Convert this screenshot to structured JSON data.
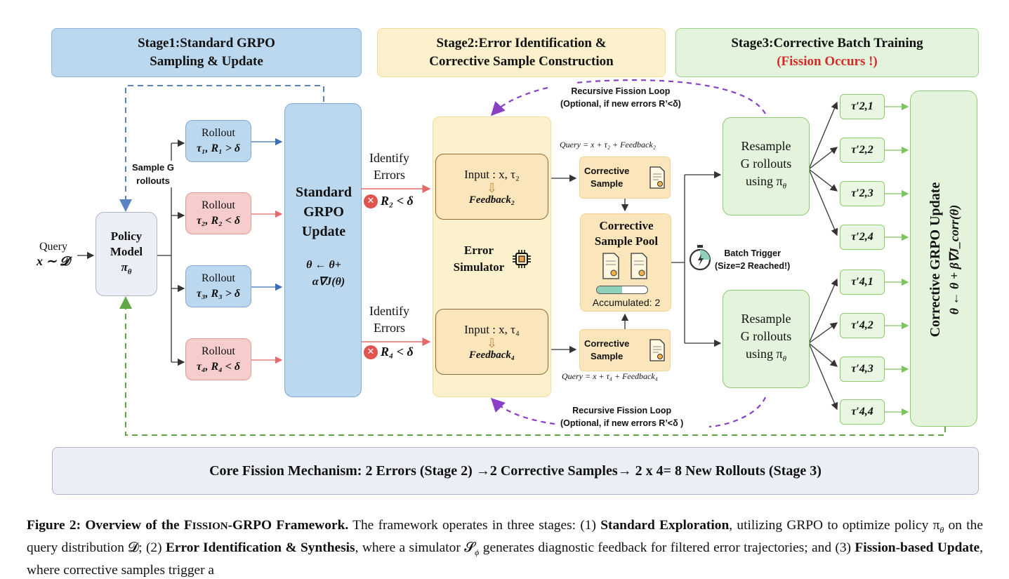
{
  "stages": {
    "stage1_line1": "Stage1:Standard GRPO",
    "stage1_line2": "Sampling & Update",
    "stage2_line1": "Stage2:Error Identification &",
    "stage2_line2": "Corrective Sample Construction",
    "stage3_line1": "Stage3:Corrective Batch Training",
    "stage3_line2": "(Fission Occurs !)"
  },
  "input": {
    "query_label": "Query",
    "query_expr": "x ∼ 𝓓"
  },
  "policy": {
    "line1": "Policy",
    "line2": "Model",
    "line3": "π",
    "line3_sub": "θ"
  },
  "sampling_label": {
    "line1": "Sample G",
    "line2": "rollouts"
  },
  "rollouts": [
    {
      "title": "Rollout",
      "expr": "τ₁, R₁ > δ"
    },
    {
      "title": "Rollout",
      "expr": "τ₂, R₂ < δ"
    },
    {
      "title": "Rollout",
      "expr": "τ₃, R₃ > δ"
    },
    {
      "title": "Rollout",
      "expr": "τ₄, R₄ < δ"
    }
  ],
  "grpo": {
    "line1": "Standard",
    "line2": "GRPO",
    "line3": "Update",
    "formula1": "θ ← θ+",
    "formula2": "α∇J(θ)"
  },
  "identify": [
    {
      "line1": "Identify",
      "line2": "Errors",
      "cond": "R₂ < δ"
    },
    {
      "line1": "Identify",
      "line2": "Errors",
      "cond": "R₄ < δ"
    }
  ],
  "error_inputs": [
    {
      "input": "Input :  x, τ₂",
      "feedback": "Feedback₂"
    },
    {
      "input": "Input :  x, τ₄",
      "feedback": "Feedback₄"
    }
  ],
  "simulator": {
    "line1": "Error",
    "line2": "Simulator"
  },
  "corrective": [
    {
      "query": "Query = x + τ₂ + Feedback₂",
      "line1": "Corrective",
      "line2": "Sample"
    },
    {
      "query": "Query = x + τ₄ + Feedback₄",
      "line1": "Corrective",
      "line2": "Sample"
    }
  ],
  "pool": {
    "line1": "Corrective",
    "line2": "Sample Pool",
    "accumulated": "Accumulated: 2",
    "progress": 0.5
  },
  "loops": [
    {
      "line1": "Recursive Fission Loop",
      "line2": "(Optional, if new errors R’<δ)"
    },
    {
      "line1": "Recursive Fission Loop",
      "line2": "(Optional, if new errors R’<δ )"
    }
  ],
  "trigger": {
    "line1": "Batch Trigger",
    "line2": "(Size=2 Reached!)"
  },
  "resample": [
    {
      "line1": "Resample",
      "line2": "G rollouts",
      "line3": "using π",
      "sub": "θ"
    },
    {
      "line1": "Resample",
      "line2": "G rollouts",
      "line3": "using π",
      "sub": "θ"
    }
  ],
  "taus": [
    "τ′2,1",
    "τ′2,2",
    "τ′2,3",
    "τ′2,4",
    "τ′4,1",
    "τ′4,2",
    "τ′4,3",
    "τ′4,4"
  ],
  "corrective_update": {
    "line1": "Corrective GRPO Update",
    "line2": "θ ← θ + β∇J_corr(θ)"
  },
  "core": "Core Fission Mechanism: 2 Errors (Stage 2) →2 Corrective Samples→ 2 x 4= 8 New Rollouts (Stage 3)",
  "caption": {
    "fig": "Figure 2: Overview of the F",
    "fig_sc": "ISSION",
    "fig_rest": "-GRPO Framework.",
    "t1": " The framework operates in three stages: (1) ",
    "b1": "Standard Exploration",
    "t2": ", utilizing GRPO to optimize policy π",
    "t2sub": "θ",
    "t3": " on the query distribution 𝓓; (2) ",
    "b2": "Error Identification & Synthesis",
    "t4": ", where a simulator 𝓢",
    "t4sub": "ϕ",
    "t5": " generates diagnostic feedback for filtered error trajectories; and (3) ",
    "b3": "Fission-based Update",
    "t6": ", where corrective samples trigger a"
  },
  "colors": {
    "blue_fill": "#bcd8ef",
    "red_fill": "#f7cccc",
    "yellow_fill": "#fdf0cc",
    "green_fill": "#e4f4dc",
    "fission_red": "#d42a2a",
    "loop_purple": "#8a3fc7"
  }
}
